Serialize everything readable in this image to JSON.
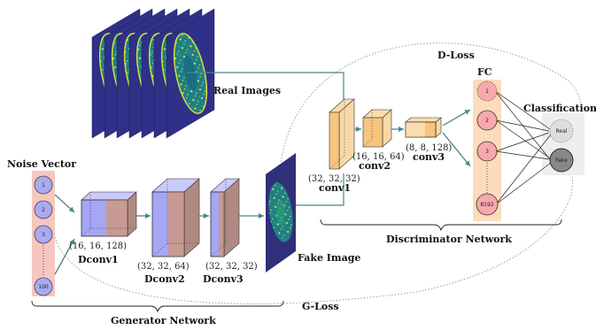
{
  "colors": {
    "arrow": "#4d8588",
    "noise_panel": "#f6c6c0",
    "noise_node": "#aaaaf2",
    "fc_panel": "#fcdcbc",
    "fc_node": "#f7a9ad",
    "class_panel": "#eeeeee",
    "real_node": "#dddddd",
    "fake_node": "#888888",
    "generator_front": "#a6a6f6",
    "generator_side": "#c79a92",
    "disc_front": "#f6c57e",
    "disc_side": "#f8d8a8",
    "fake_image": "#1b7a83",
    "real_image": "#2f3087"
  },
  "labels": {
    "noise_vector": "Noise Vector",
    "real_images": "Real Images",
    "fake_image": "Fake Image",
    "fc": "FC",
    "classification": "Classification",
    "d_loss": "D-Loss",
    "g_loss": "G-Loss",
    "generator_network": "Generator Network",
    "discriminator_network": "Discriminator Network"
  },
  "noise_nodes": [
    "1",
    "2",
    "3",
    "100"
  ],
  "fc_nodes": [
    "1",
    "2",
    "3",
    "8192"
  ],
  "class_nodes": {
    "real": "Real",
    "fake": "Fake"
  },
  "generator_layers": [
    {
      "name": "Dconv1",
      "shape": "(16, 16, 128)"
    },
    {
      "name": "Dconv2",
      "shape": "(32, 32, 64)"
    },
    {
      "name": "Dconv3",
      "shape": "(32, 32, 32)"
    }
  ],
  "discriminator_layers": [
    {
      "name": "conv1",
      "shape": "(32, 32, 32)"
    },
    {
      "name": "conv2",
      "shape": "(16, 16, 64)"
    },
    {
      "name": "conv3",
      "shape": "(8, 8, 128)"
    }
  ]
}
